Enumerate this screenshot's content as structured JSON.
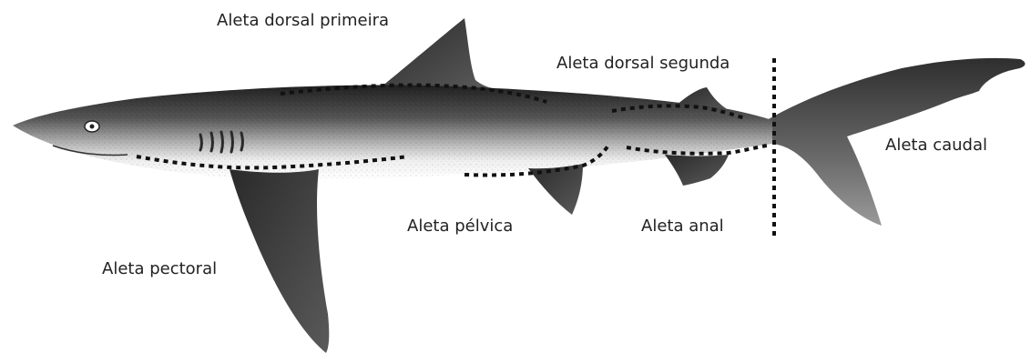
{
  "labels": {
    "dorsal_first": "Aleta dorsal primeira",
    "dorsal_second": "Aleta dorsal segunda",
    "caudal": "Aleta caudal",
    "pelvic": "Aleta pélvica",
    "anal": "Aleta anal",
    "pectoral": "Aleta pectoral"
  },
  "colors": {
    "body_dark": "#2b2b2b",
    "body_mid": "#7a7a7a",
    "belly": "#f2f2f2",
    "fin": "#3a3a3a",
    "marker": "#111111"
  }
}
